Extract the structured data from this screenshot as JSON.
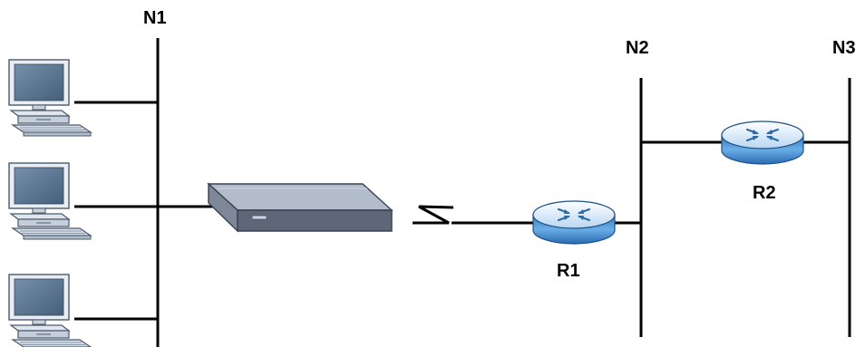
{
  "labels": {
    "n1": "N1",
    "n2": "N2",
    "n3": "N3",
    "r1": "R1",
    "r2": "R2"
  },
  "colors": {
    "line": "#000000",
    "device_top": "#aab3c2",
    "device_front": "#5a6475",
    "router_body": "#4a8fd0",
    "router_top": "#d6e8f8",
    "pc_screen": "#5c7693",
    "pc_case": "#e6ecf2"
  },
  "icons": [
    "computer-icon",
    "router-icon",
    "network-device-icon"
  ]
}
